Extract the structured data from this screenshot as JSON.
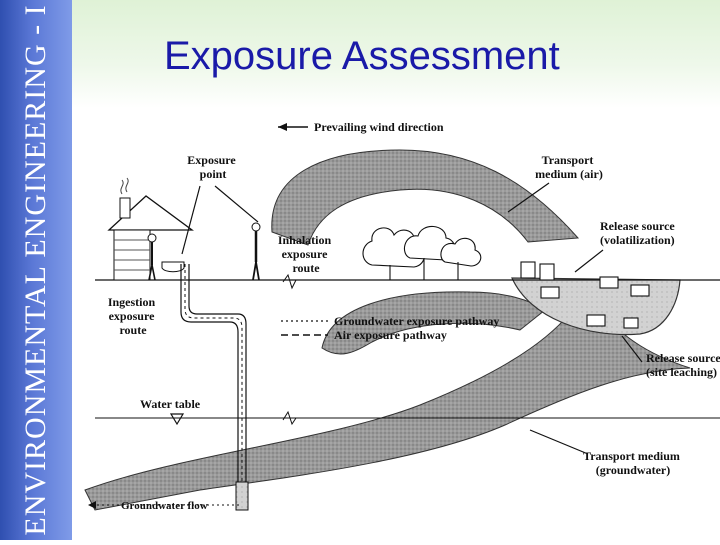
{
  "sidebar": {
    "course_title": "ENVIRONMENTAL ENGINEERING - I"
  },
  "slide": {
    "title": "Exposure Assessment"
  },
  "diagram": {
    "labels": {
      "wind": "Prevailing wind direction",
      "exposure_point": [
        "Exposure",
        "point"
      ],
      "transport_air": [
        "Transport",
        "medium (air)"
      ],
      "release_volatilization": [
        "Release source",
        "(volatilization)"
      ],
      "inhalation": [
        "Inhalation",
        "exposure",
        "route"
      ],
      "ingestion": [
        "Ingestion",
        "exposure",
        "route"
      ],
      "legend_groundwater": "Groundwater exposure pathway",
      "legend_air": "Air exposure pathway",
      "release_leaching": [
        "Release source",
        "(site leaching)"
      ],
      "water_table": "Water table",
      "transport_groundwater": [
        "Transport medium",
        "(groundwater)"
      ],
      "groundwater_flow": "Groundwater flow"
    }
  }
}
